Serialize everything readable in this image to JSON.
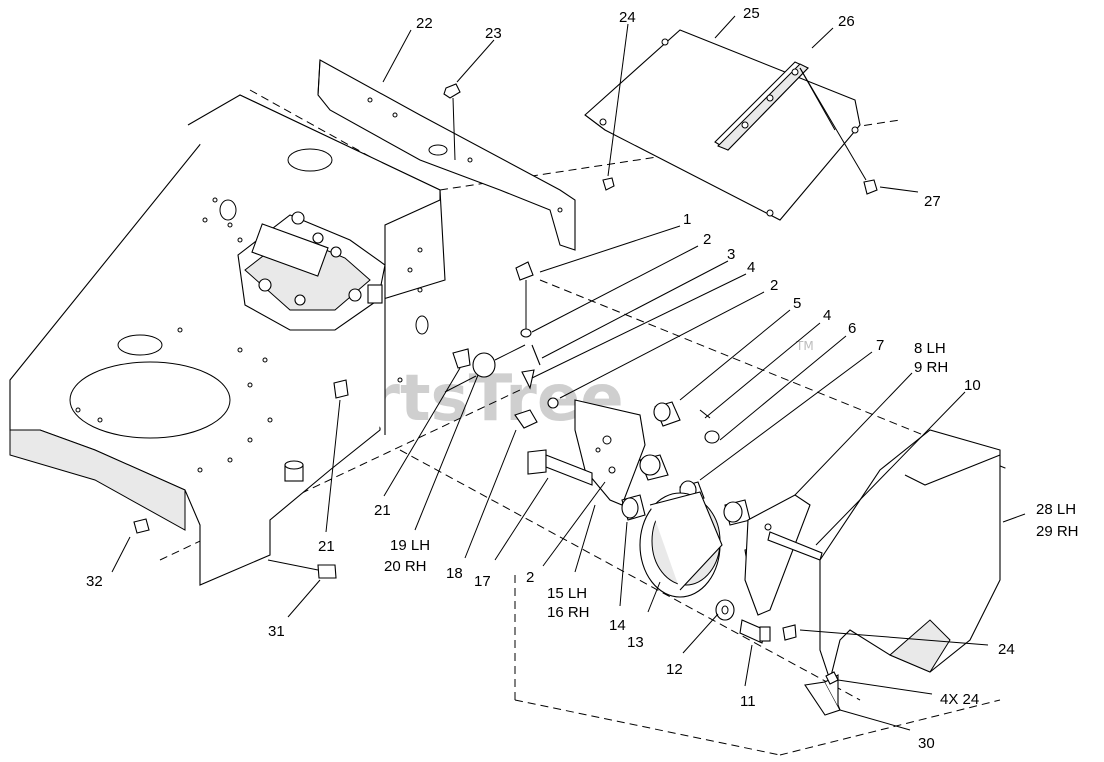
{
  "watermark": "PartsTree",
  "watermark_tm": "TM",
  "callouts": {
    "c1": "1",
    "c2a": "2",
    "c3": "3",
    "c4a": "4",
    "c2b": "2",
    "c5": "5",
    "c4b": "4",
    "c6": "6",
    "c7": "7",
    "c8": "8 LH",
    "c9": "9 RH",
    "c10": "10",
    "c11": "11",
    "c12": "12",
    "c13": "13",
    "c14": "14",
    "c15": "15 LH",
    "c16": "16 RH",
    "c2c": "2",
    "c17": "17",
    "c18": "18",
    "c19": "19 LH",
    "c20": "20 RH",
    "c21a": "21",
    "c21b": "21",
    "c22": "22",
    "c23": "23",
    "c24a": "24",
    "c25": "25",
    "c26": "26",
    "c27": "27",
    "c28": "28 LH",
    "c29": "29 RH",
    "c24b": "24",
    "c4x24": "4X 24",
    "c30": "30",
    "c31": "31",
    "c32": "32"
  }
}
